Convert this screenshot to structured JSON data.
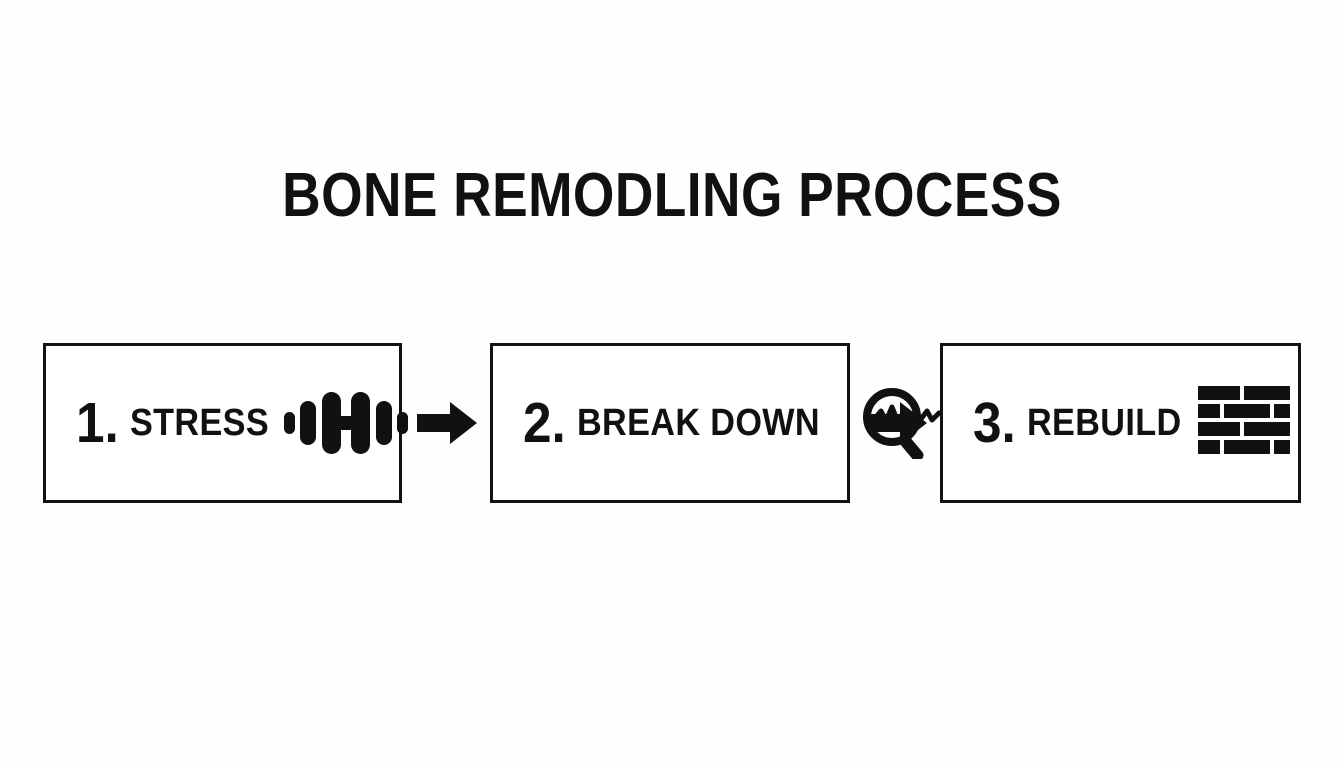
{
  "slide": {
    "title": "BONE REMODLING PROCESS",
    "background_color": "#FFFFFF",
    "ink_color": "#111111"
  },
  "flow": {
    "steps": [
      {
        "number": "1.",
        "label": "STRESS",
        "icon": "dumbbell-icon"
      },
      {
        "number": "2.",
        "label": "BREAK DOWN",
        "icon": "magnifier-crack-icon"
      },
      {
        "number": "3.",
        "label": "REBUILD",
        "icon": "brick-wall-icon"
      }
    ],
    "connectors": [
      {
        "icon": "arrow-right-icon"
      },
      {
        "icon": "arrow-right-icon"
      }
    ]
  }
}
